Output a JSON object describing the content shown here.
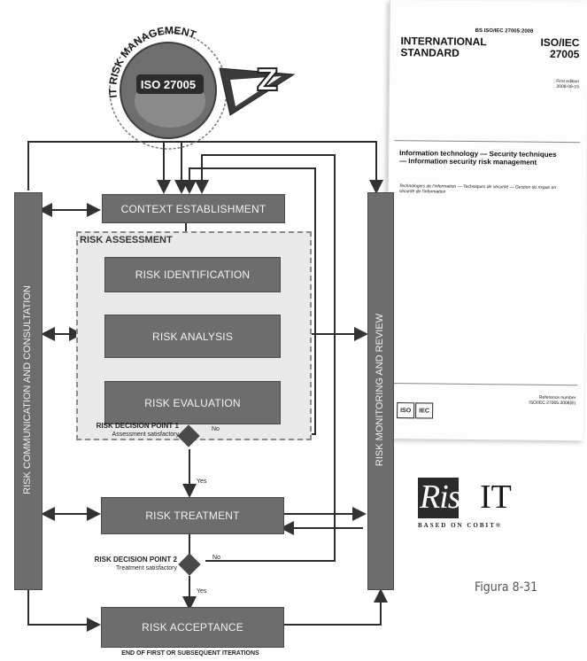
{
  "iso_document": {
    "ref": "BS ISO/IEC 27005:2008",
    "title_left": [
      "INTERNATIONAL",
      "STANDARD"
    ],
    "title_right": [
      "ISO/IEC",
      "27005"
    ],
    "edition": [
      "First edition",
      "2008-06-15"
    ],
    "subject": "Information technology — Security techniques — Information security risk management",
    "subject_fr": "Technologies de l'information — Techniques de sécurité — Gestion du risque en sécurité de l'information",
    "ref_number": [
      "Reference number",
      "ISO/IEC 27005:2008(E)"
    ],
    "logos": [
      "ISO",
      "IEC"
    ]
  },
  "badge": {
    "arc_text": "IT RISK MANAGEMENT",
    "center_text": "ISO 27005",
    "letter": "Z"
  },
  "diagram": {
    "left_bar": "RISK COMMUNICATION AND CONSULTATION",
    "right_bar": "RISK MONITORING AND REVIEW",
    "context": "CONTEXT ESTABLISHMENT",
    "assessment_label": "RISK ASSESSMENT",
    "identification": "RISK IDENTIFICATION",
    "analysis": "RISK ANALYSIS",
    "evaluation": "RISK EVALUATION",
    "decision1_title": "RISK DECISION POINT 1",
    "decision1_sub": "Assessment satisfactory",
    "decision2_title": "RISK DECISION POINT 2",
    "decision2_sub": "Treatment satisfactory",
    "no_label": "No",
    "yes_label": "Yes",
    "treatment": "RISK TREATMENT",
    "acceptance": "RISK ACCEPTANCE",
    "end_note": "END OF FIRST OR SUBSEQUENT ITERATIONS"
  },
  "riskit": {
    "word1": "Risk",
    "word2": "IT",
    "tagline": "BASED ON COBIT®"
  },
  "caption": "Figura 8-31"
}
